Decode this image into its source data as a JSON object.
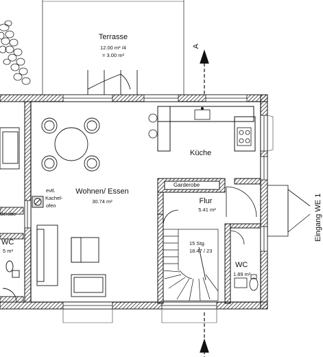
{
  "rooms": {
    "terrasse": {
      "name": "Terrasse",
      "area_line1": "12.00 m² /4",
      "area_line2": "= 3.00 m²"
    },
    "wohnen": {
      "name": "Wohnen/ Essen",
      "area": "30.74 m²"
    },
    "kueche": {
      "name": "Küche"
    },
    "garderobe": {
      "name": "Garderobe"
    },
    "flur": {
      "name": "Flur",
      "area": "5.41 m²"
    },
    "wc_right": {
      "name": "WC",
      "area": "1.89 m²"
    },
    "wc_left": {
      "name": "WC",
      "area_partial": "5 m²"
    },
    "left_garderobe": {
      "name": "derobe"
    }
  },
  "annotations": {
    "kachelofen": [
      "evtl.",
      "Kachel-",
      "ofen"
    ],
    "stairs_line1": "15 Stg.",
    "stairs_line2": "18.47 / 23",
    "section_marker": "A",
    "entrance": "Eingang WE 1"
  }
}
